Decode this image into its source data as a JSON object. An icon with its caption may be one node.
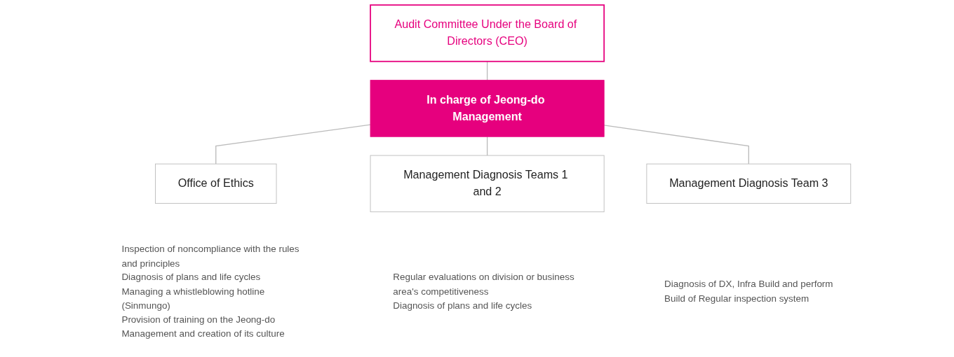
{
  "diagram": {
    "nodes": [
      {
        "text": [
          "Audit Committee Under the Board of Directors (CEO)"
        ]
      },
      {
        "text": [
          "In charge of Jeong-do Management"
        ]
      },
      {
        "text": [
          "Office of Ethics"
        ],
        "beside": [
          "Inspection of noncompliance with the rules and principles",
          "Diagnosis of plans and life cycles",
          "Managing a whistleblowing hotline (Sinmungo)",
          "Provision of training on the Jeong-do Management and creation of its culture"
        ]
      },
      {
        "text": [
          "Management Diagnosis Teams 1 and 2"
        ],
        "beside": [
          "Regular evaluations on division or business area's competitiveness",
          "Diagnosis of plans and life cycles"
        ]
      },
      {
        "text": [
          "Management Diagnosis Team 3"
        ],
        "beside": [
          "Diagnosis of DX, Infra Build and perform",
          "Build of Regular inspection system"
        ]
      }
    ],
    "edges": [
      {
        "from": 0,
        "to": 1,
        "arrow": "none"
      },
      {
        "from": 1,
        "to": 2,
        "arrow": "none"
      },
      {
        "from": 1,
        "to": 3,
        "arrow": "none"
      },
      {
        "from": 1,
        "to": 4,
        "arrow": "none"
      }
    ]
  }
}
